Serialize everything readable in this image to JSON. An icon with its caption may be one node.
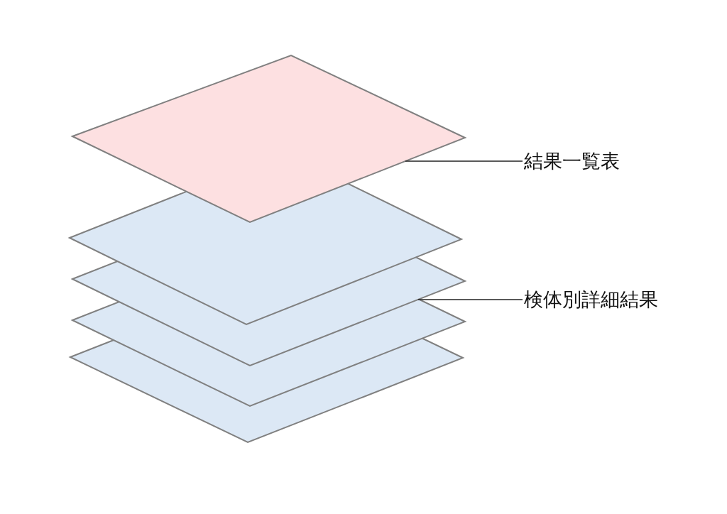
{
  "diagram": {
    "nodes": [
      {
        "text": [],
        "shape": "sheet"
      },
      {
        "text": [
          "結果一覧表"
        ]
      },
      {
        "text": [],
        "shape": "sheet"
      },
      {
        "text": [],
        "shape": "sheet"
      },
      {
        "text": [
          "検体別詳細結果"
        ]
      },
      {
        "text": [],
        "shape": "sheet"
      },
      {
        "text": [],
        "shape": "sheet"
      }
    ],
    "edges": [
      {
        "from": 1,
        "to": 0,
        "arrow": "none"
      },
      {
        "from": 4,
        "to": 3,
        "arrow": "none"
      }
    ]
  }
}
